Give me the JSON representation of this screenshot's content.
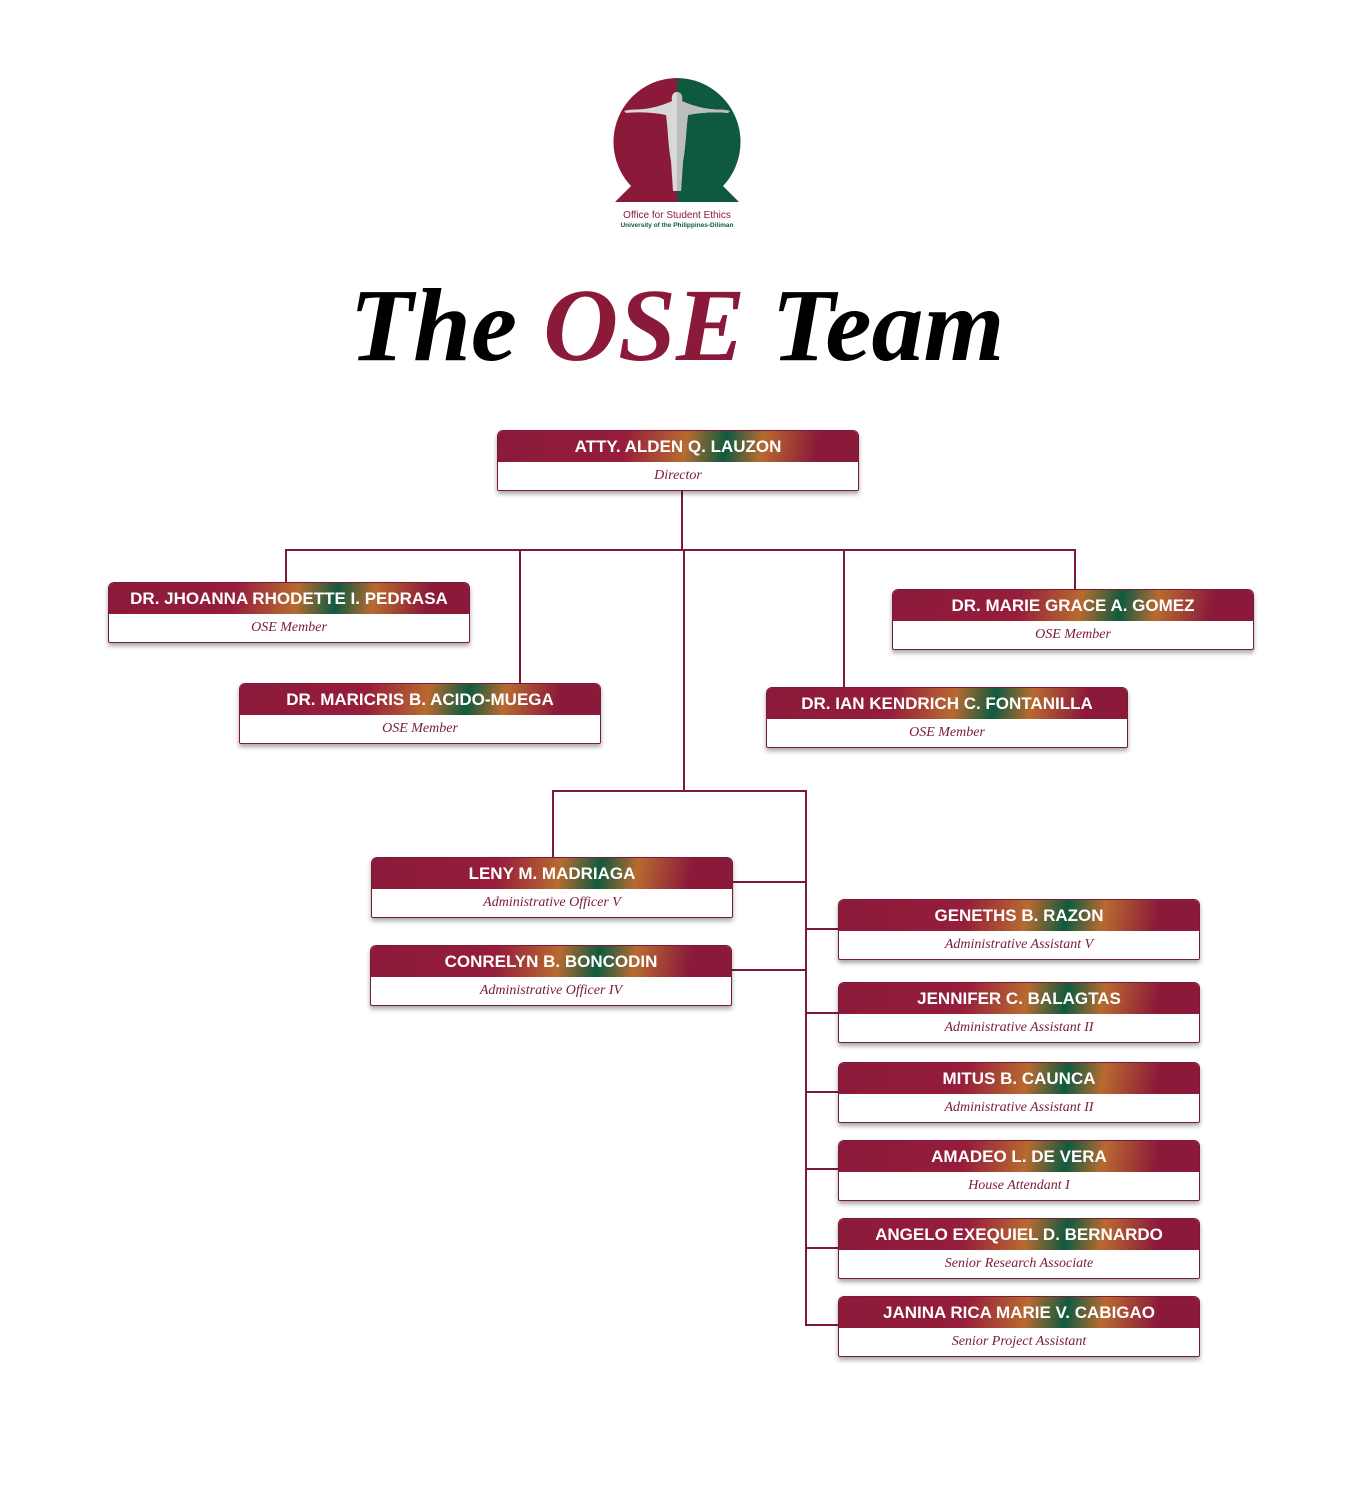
{
  "logo": {
    "line1": "Office for Student Ethics",
    "line2": "University of the Philippines-Diliman"
  },
  "title": {
    "pre": "The ",
    "accent": "OSE",
    "post": " Team"
  },
  "colors": {
    "maroon": "#8b1a3a",
    "green": "#0f5a3e",
    "orange": "#b86a30"
  },
  "members": [
    {
      "name": "ATTY. ALDEN Q. LAUZON",
      "role": "Director"
    },
    {
      "name": "DR. JHOANNA RHODETTE I. PEDRASA",
      "role": "OSE Member"
    },
    {
      "name": "DR. MARIE GRACE A. GOMEZ",
      "role": "OSE Member"
    },
    {
      "name": "DR. MARICRIS B. ACIDO-MUEGA",
      "role": "OSE Member"
    },
    {
      "name": "DR. IAN KENDRICH C. FONTANILLA",
      "role": "OSE Member"
    },
    {
      "name": "LENY M. MADRIAGA",
      "role": "Administrative Officer V"
    },
    {
      "name": "CONRELYN B. BONCODIN",
      "role": "Administrative Officer IV"
    },
    {
      "name": "GENETHS B. RAZON",
      "role": "Administrative Assistant V"
    },
    {
      "name": "JENNIFER C. BALAGTAS",
      "role": "Administrative Assistant II"
    },
    {
      "name": "MITUS B. CAUNCA",
      "role": "Administrative Assistant II"
    },
    {
      "name": "AMADEO L. DE VERA",
      "role": "House Attendant I"
    },
    {
      "name": "ANGELO EXEQUIEL D. BERNARDO",
      "role": "Senior Research Associate"
    },
    {
      "name": "JANINA RICA MARIE V. CABIGAO",
      "role": "Senior Project Assistant"
    }
  ]
}
